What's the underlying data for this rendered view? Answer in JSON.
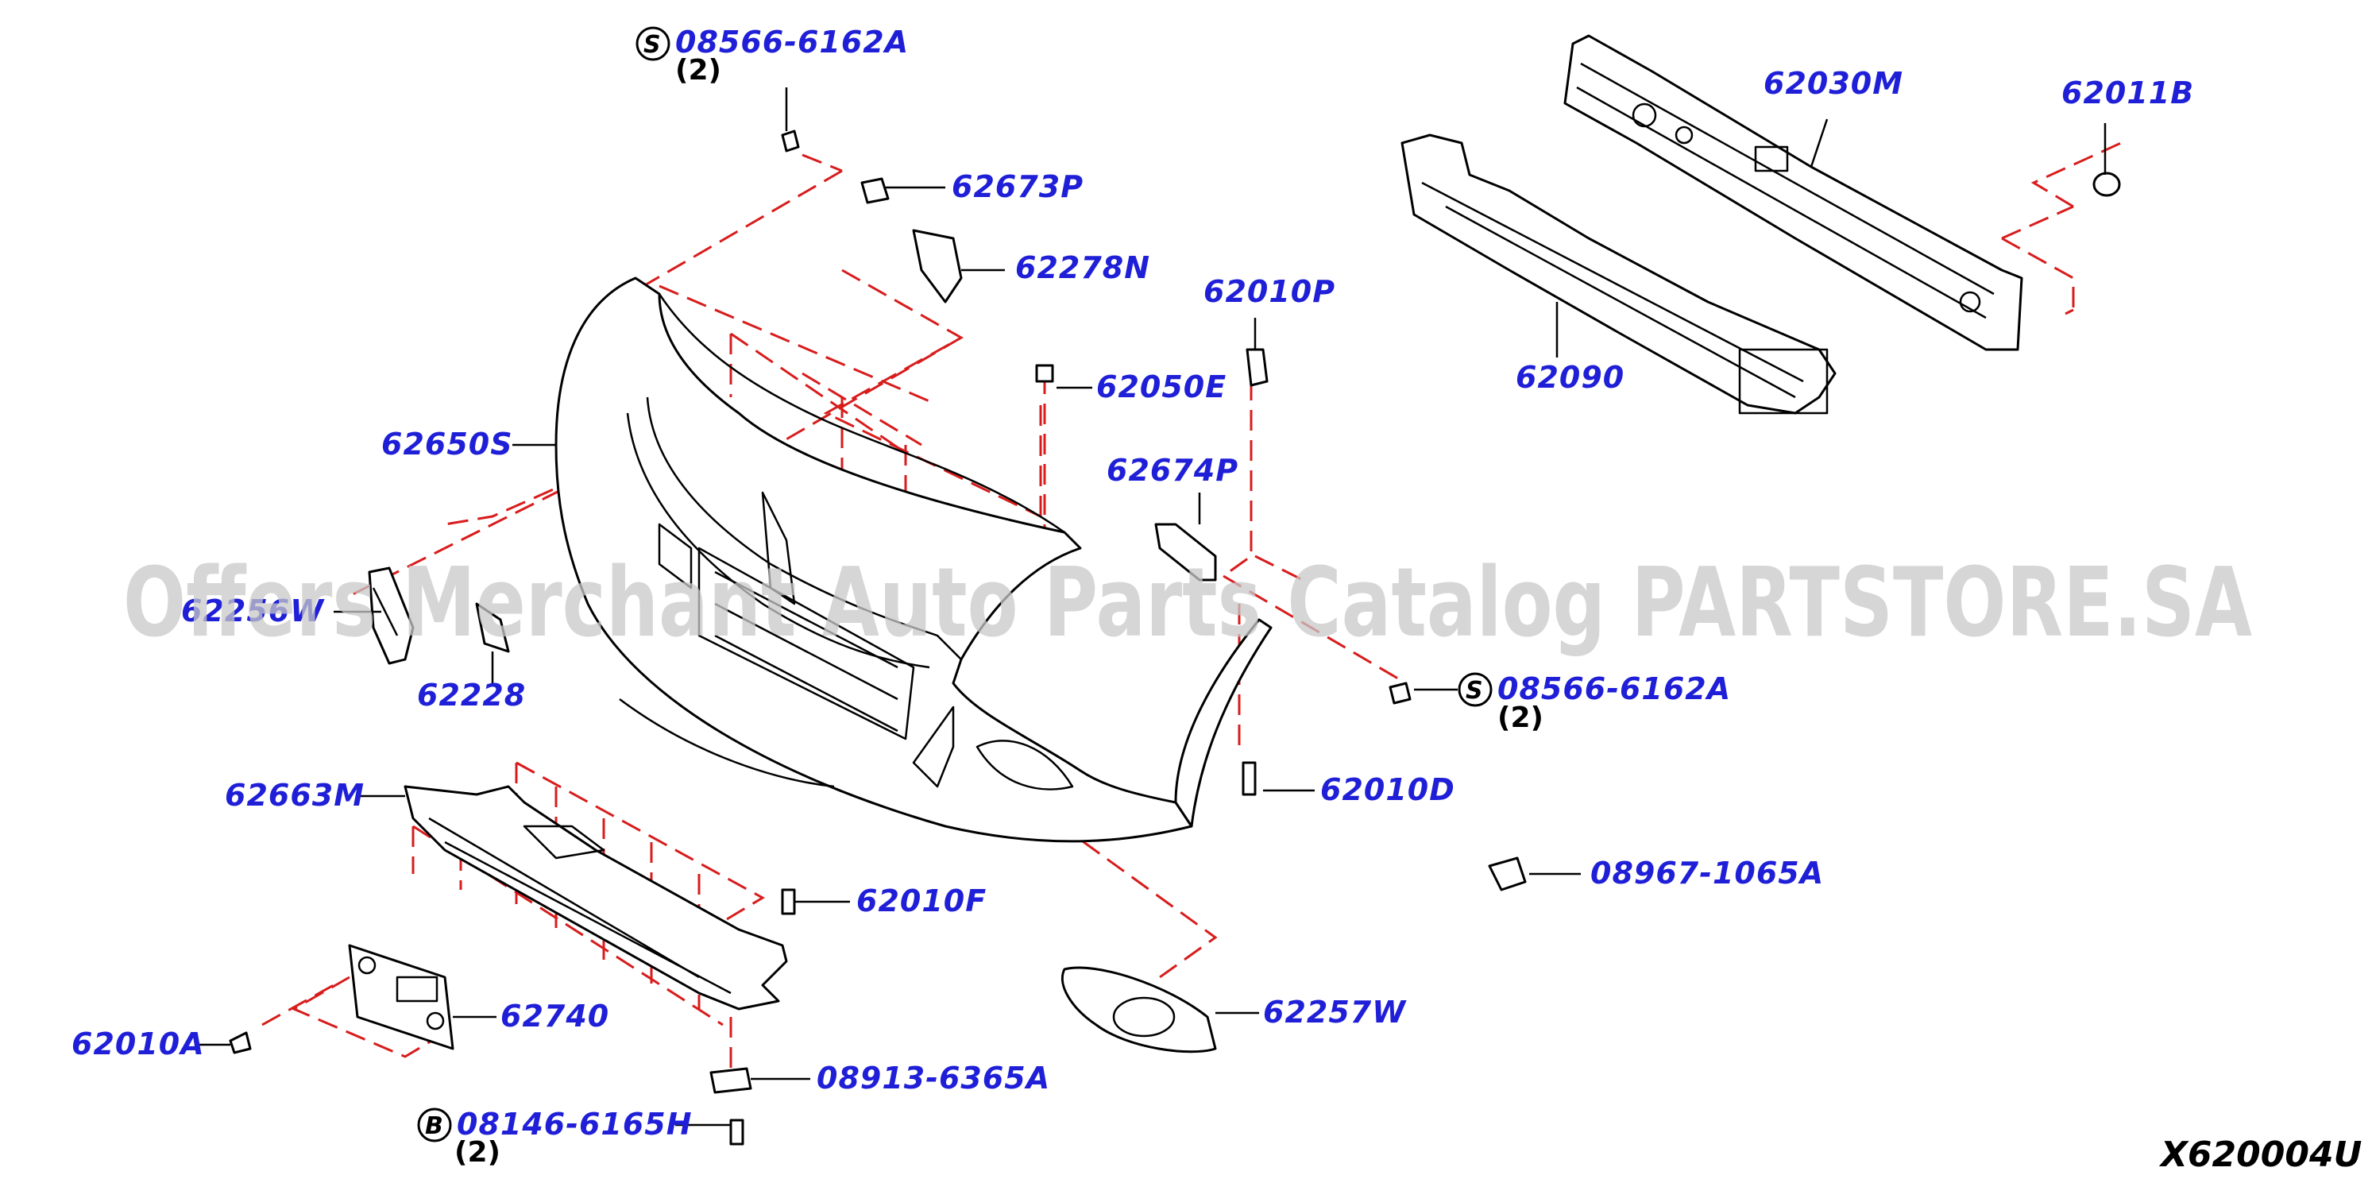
{
  "diagram": {
    "code": "X620004U",
    "watermark": "Offers Merchant Auto Parts Catalog PARTSTORE.SA",
    "callouts": {
      "c08566_top": "08566-6162A",
      "c62673P": "62673P",
      "c62278N": "62278N",
      "c62010P": "62010P",
      "c62050E": "62050E",
      "c62650S": "62650S",
      "c62674P": "62674P",
      "c62256W": "62256W",
      "c62228": "62228",
      "c08566_right": "08566-6162A",
      "c62010D": "62010D",
      "c62663M": "62663M",
      "c62010F": "62010F",
      "c08967": "08967-1065A",
      "c62740": "62740",
      "c62257W": "62257W",
      "c62010A": "62010A",
      "c08913": "08913-6365A",
      "c08146": "08146-6165H",
      "c62030M": "62030M",
      "c62011B": "62011B",
      "c62090": "62090"
    },
    "quantities": {
      "q08566_top": "(2)",
      "q08566_right": "(2)",
      "q08146": "(2)"
    },
    "badges": {
      "b08566_top": "S",
      "b08566_right": "S",
      "b08146": "B"
    },
    "colors": {
      "label": "#1f1fd8",
      "leader_dash": "#d81c1c",
      "line": "#000000"
    }
  }
}
